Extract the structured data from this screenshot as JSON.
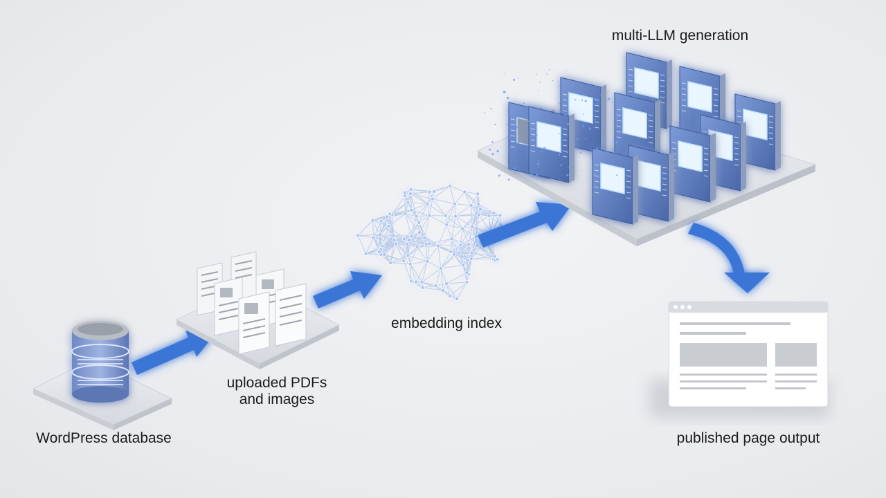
{
  "stages": {
    "database": {
      "label": "WordPress database"
    },
    "documents": {
      "label_line1": "uploaded PDFs",
      "label_line2": "and images"
    },
    "embedding": {
      "label": "embedding index"
    },
    "llm": {
      "label": "multi-LLM generation"
    },
    "output": {
      "label": "published page output"
    }
  },
  "colors": {
    "arrow": "#3b74d6",
    "arrow_glow": "#7fb0ff",
    "platform": "#d9dce2",
    "chip": "#5a7fc4",
    "chip_core": "#eaf6ff",
    "node": "#aac4ee"
  },
  "icons": {
    "database": "database-cylinder-icon",
    "documents": "document-stack-icon",
    "embedding": "neural-network-brain-icon",
    "llm": "processor-chip-icon",
    "output": "browser-window-icon"
  }
}
